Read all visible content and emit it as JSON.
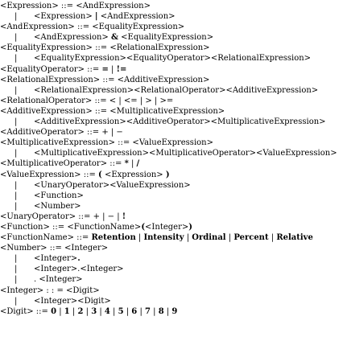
{
  "lines": [
    {
      "parts": [
        "<Expression> ::= <AndExpression>"
      ]
    },
    {
      "bar": "|",
      "parts": [
        "<Expression> ",
        {
          "b": "|"
        },
        " <AndExpression>"
      ]
    },
    {
      "parts": [
        "<AndExpression> ::= <EqualityExpression>"
      ]
    },
    {
      "bar": "|",
      "parts": [
        "<AndExpression> ",
        {
          "b": "&"
        },
        " <EqualityExpression>"
      ]
    },
    {
      "parts": [
        "<EqualityExpression> ::= <RelationalExpression>"
      ]
    },
    {
      "bar": "|",
      "parts": [
        "<EqualityExpression><EqualityOperator><RelationalExpression>"
      ]
    },
    {
      "parts": [
        "<EqualityOperator> ::= ",
        {
          "b": "="
        },
        " | ",
        {
          "b": "!="
        }
      ]
    },
    {
      "parts": [
        "<RelationalExpression> ::= <AdditiveExpression>"
      ]
    },
    {
      "bar": "|",
      "parts": [
        "<RelationalExpression><RelationalOperator><AdditiveExpression>"
      ]
    },
    {
      "parts": [
        "<RelationalOperator> ::= < | <= | > | >="
      ]
    },
    {
      "parts": [
        "<AdditiveExpression> ::= <MultiplicativeExpression>"
      ]
    },
    {
      "bar": "|",
      "parts": [
        "<AdditiveExpression><AdditiveOperator><MultiplicativeExpression>"
      ]
    },
    {
      "parts": [
        "<AdditiveOperator> ::= + | −"
      ]
    },
    {
      "parts": [
        "<MultiplicativeExpression> ::= <ValueExpression>"
      ]
    },
    {
      "bar": "|",
      "parts": [
        "<MultiplicativeExpression><MultiplicativeOperator><ValueExpression>"
      ]
    },
    {
      "parts": [
        "<MultiplicativeOperator> ::= ",
        {
          "b": "*"
        },
        " | ",
        {
          "b": "/"
        }
      ]
    },
    {
      "parts": [
        "<ValueExpression> ::= ",
        {
          "b": "("
        },
        " <Expression> ",
        {
          "b": ")"
        }
      ]
    },
    {
      "bar": "|",
      "parts": [
        "<UnaryOperator><ValueExpression>"
      ]
    },
    {
      "bar": "|",
      "parts": [
        "<Function>"
      ]
    },
    {
      "bar": "|",
      "parts": [
        "<Number>"
      ]
    },
    {
      "parts": [
        "<UnaryOperator> ::= + | − | ",
        {
          "b": "!"
        }
      ]
    },
    {
      "parts": [
        "<Function> ::= <FunctionName>",
        {
          "b": "("
        },
        "<Integer>",
        {
          "b": ")"
        }
      ]
    },
    {
      "parts": [
        "<FunctionName> ::= ",
        {
          "b": "Retention"
        },
        " | ",
        {
          "b": "Intensity"
        },
        " | ",
        {
          "b": "Ordinal"
        },
        " | ",
        {
          "b": "Percent"
        },
        " | ",
        {
          "b": "Relative"
        }
      ]
    },
    {
      "parts": [
        "<Number> ::= <Integer>"
      ]
    },
    {
      "bar": "|",
      "parts": [
        "<Integer>",
        {
          "b": "."
        }
      ]
    },
    {
      "bar": "|",
      "parts": [
        "<Integer>.<Integer>"
      ]
    },
    {
      "bar": "|",
      "parts": [
        ". <Integer>"
      ]
    },
    {
      "parts": [
        "<Integer> : : = <Digit>"
      ]
    },
    {
      "bar": "|",
      "parts": [
        "<Integer><Digit>"
      ]
    },
    {
      "parts": [
        "<Digit> ::= ",
        {
          "b": "0"
        },
        " | ",
        {
          "b": "1"
        },
        " | ",
        {
          "b": "2"
        },
        " | ",
        {
          "b": "3"
        },
        " | ",
        {
          "b": "4"
        },
        " | ",
        {
          "b": "5"
        },
        " | ",
        {
          "b": "6"
        },
        " | ",
        {
          "b": "7"
        },
        " | ",
        {
          "b": "8"
        },
        " | ",
        {
          "b": "9"
        }
      ]
    }
  ]
}
